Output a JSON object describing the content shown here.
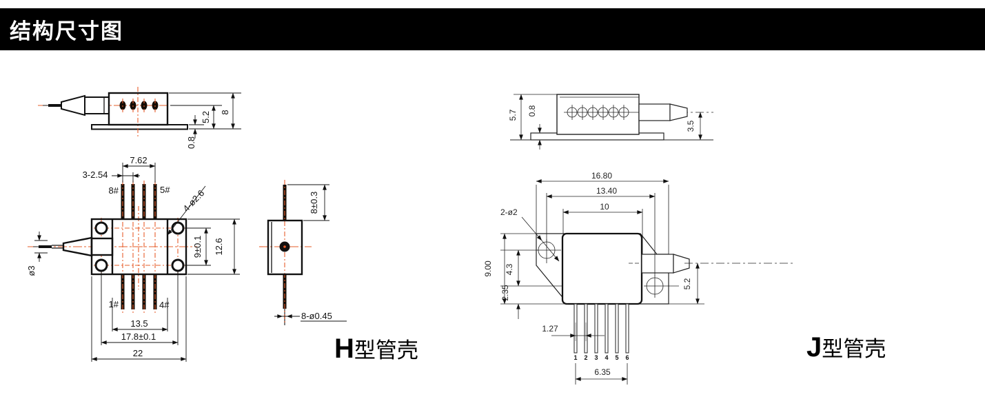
{
  "banner": {
    "title": "结构尺寸图"
  },
  "colors": {
    "centerline": "#e65c2a",
    "line": "#111111",
    "banner_bg": "#000000",
    "banner_fg": "#ffffff"
  },
  "h_package": {
    "name": "H",
    "name_suffix": "型管壳",
    "side_view": {
      "height_to_center": "5.2",
      "total_height": "8",
      "flange_thickness": "0.8"
    },
    "top_view": {
      "pin_span": "7.62",
      "pin_pitch": "3-2.54",
      "mount_holes": "4-ø2.6",
      "hole_span_y": "9±0.1",
      "body_width_y": "12.6",
      "fiber_dia": "ø3",
      "pin_row_span": "13.5",
      "hole_span_x": "17.8±0.1",
      "total_length": "22",
      "pin_top_left": "8#",
      "pin_top_right": "5#",
      "pin_bottom_left": "1#",
      "pin_bottom_right": "4#"
    },
    "end_view": {
      "pin_length": "8±0.3",
      "pin_dia": "8-ø0.45"
    }
  },
  "j_package": {
    "name": "J",
    "name_suffix": "型管壳",
    "side_view": {
      "total_height": "5.7",
      "flange_thickness": "0.8",
      "fiber_height": "3.5"
    },
    "top_view": {
      "total_length": "16.80",
      "hole_span": "13.40",
      "body_length": "10",
      "mount_holes": "2-ø2",
      "total_width": "9.00",
      "hole_offset": "4.3",
      "hole_edge": "2.35",
      "pin_pitch": "1.27",
      "pin_span": "6.35",
      "fiber_offset": "5.2",
      "pin_numbers": [
        "1",
        "2",
        "3",
        "4",
        "5",
        "6"
      ]
    }
  }
}
